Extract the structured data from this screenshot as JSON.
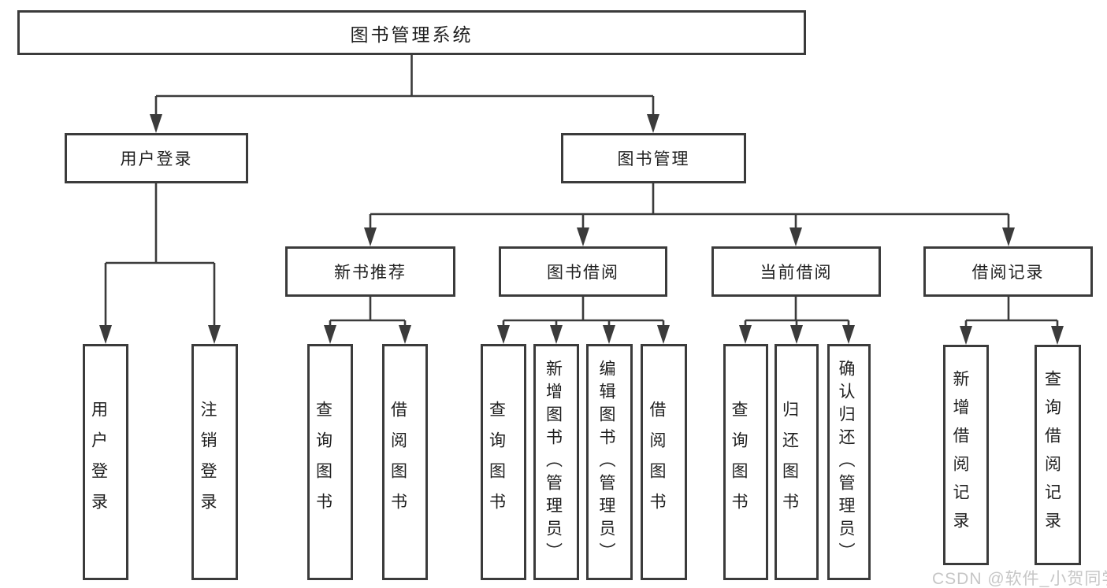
{
  "nodes": {
    "root": "图书管理系统",
    "user_login": "用户登录",
    "book_mgmt": "图书管理",
    "new_book": "新书推荐",
    "book_borrow": "图书借阅",
    "current_borrow": "当前借阅",
    "borrow_record": "借阅记录"
  },
  "leaves": {
    "user_login": [
      "用户登录",
      "注销登录"
    ],
    "new_book": [
      "查询图书",
      "借阅图书"
    ],
    "book_borrow": [
      "查询图书",
      "新增图书（管理员）",
      "编辑图书（管理员）",
      "借阅图书"
    ],
    "current_borrow": [
      "查询图书",
      "归还图书",
      "确认归还（管理员）"
    ],
    "borrow_record": [
      "新增借阅记录",
      "查询借阅记录"
    ]
  },
  "watermark": "CSDN @软件_小贺同学",
  "colors": {
    "line": "#3b3b3b",
    "text": "#1f1f1f",
    "watermark_text": "#c6c6c6",
    "background": "#ffffff"
  }
}
